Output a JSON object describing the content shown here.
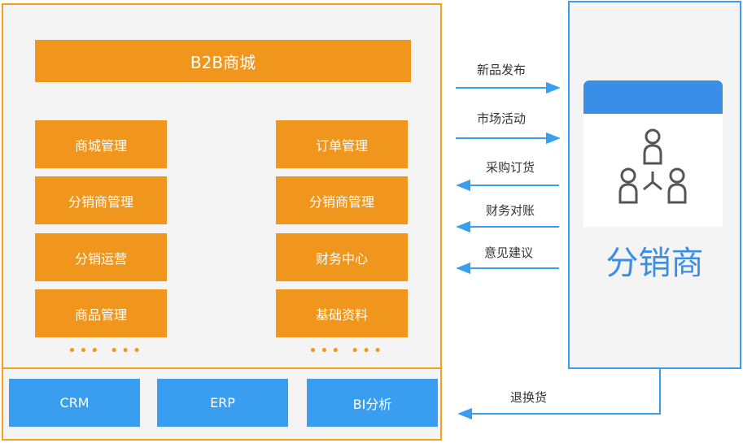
{
  "mall": {
    "title": "B2B商城",
    "left_modules": [
      "商城管理",
      "分销商管理",
      "分销运营",
      "商品管理"
    ],
    "right_modules": [
      "订单管理",
      "分销商管理",
      "财务中心",
      "基础资料"
    ],
    "more": "••• •••"
  },
  "systems": [
    "CRM",
    "ERP",
    "BI分析"
  ],
  "distributor": {
    "label": "分销商",
    "icon": "people-network-icon"
  },
  "flows": {
    "to_distributor": [
      "新品发布",
      "市场活动"
    ],
    "from_distributor": [
      "采购订货",
      "财务对账",
      "意见建议"
    ],
    "return_goods": "退换货"
  },
  "colors": {
    "orange": "#f0961c",
    "orange_border": "#f5a020",
    "blue": "#3a9ef0",
    "blue_dark": "#3a8ee8",
    "panel_bg": "#f4f4f4"
  }
}
